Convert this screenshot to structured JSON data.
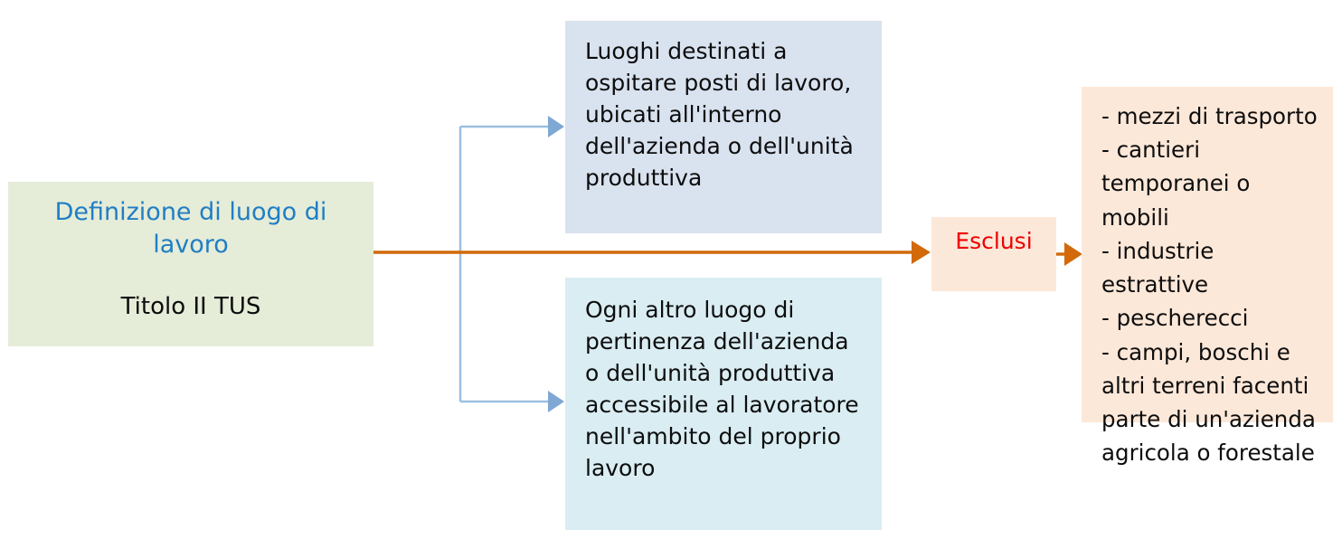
{
  "diagram": {
    "title_text": "Definizione di luogo di lavoro",
    "definition_box": {
      "title": "Definizione di luogo di lavoro",
      "subtitle": "Titolo II TUS",
      "fill_color": "#e5ecd8",
      "title_color": "#1f7ec4",
      "subtitle_color": "#0d0d0d"
    },
    "branches": [
      {
        "id": "luoghi-destinati",
        "text": "Luoghi destinati a ospitare posti di lavoro, ubicati all'interno dell'azienda o dell'unità produttiva",
        "fill_color": "#d9e2ef",
        "text_color": "#0d0d0d"
      },
      {
        "id": "ogni-altro-luogo",
        "text": "Ogni altro luogo di pertinenza dell'azienda o dell'unità produttiva accessibile al lavoratore nell'ambito del proprio lavoro",
        "fill_color": "#d9edf2",
        "text_color": "#0d0d0d"
      }
    ],
    "exclusions_label": {
      "text": "Esclusi",
      "fill_color": "#fce8d9",
      "text_color": "#ee0000"
    },
    "exclusions_box": {
      "text": "- mezzi di trasporto\n- cantieri\ntemporanei o mobili\n- industrie estrattive\n- pescherecci\n- campi, boschi e\naltri terreni facenti\nparte di un'azienda\nagricola o forestale",
      "items": [
        "- mezzi di trasporto",
        "- cantieri temporanei o mobili",
        "- industrie estrattive",
        "- pescherecci",
        "- campi, boschi e altri terreni facenti parte di un'azienda agricola o forestale"
      ],
      "fill_color": "#fce8d9",
      "text_color": "#0d0d0d"
    },
    "connectors": {
      "branch_line_color": "#9dbfdf",
      "main_line_color": "#d2690a"
    }
  }
}
